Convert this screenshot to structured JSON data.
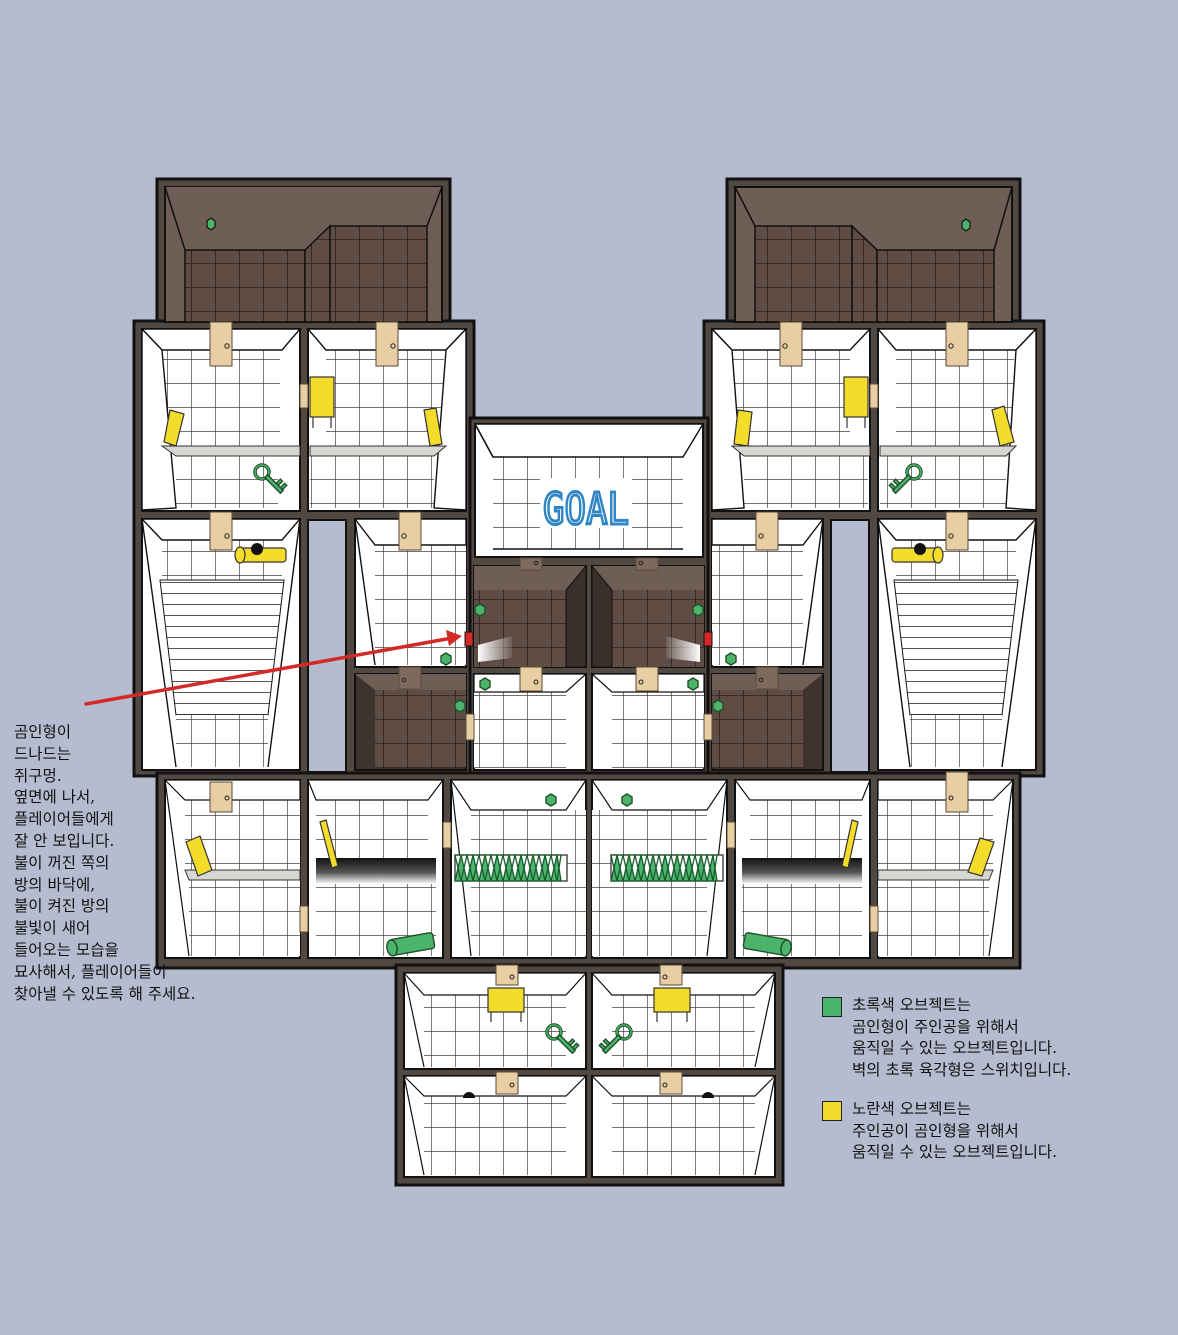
{
  "map": {
    "goal_label": "GOAL"
  },
  "left_note": {
    "lines": [
      "곰인형이",
      "드나드는",
      "쥐구멍.",
      "옆면에 나서,",
      "플레이어들에게",
      "잘 안 보입니다.",
      "불이 꺼진 쪽의",
      "방의 바닥에,",
      "불이 켜진 방의",
      "불빛이 새어",
      "들어오는 모습을",
      "묘사해서, 플레이어들이",
      "찾아낼 수 있도록 해 주세요."
    ]
  },
  "legend": {
    "green": {
      "color": "#4cb36a",
      "lines": [
        "초록색 오브젝트는",
        "곰인형이 주인공을 위해서",
        "움직일 수 있는 오브젝트입니다.",
        "벽의 초록 육각형은 스위치입니다."
      ]
    },
    "yellow": {
      "color": "#f4dc2a",
      "lines": [
        "노란색 오브젝트는",
        "주인공이 곰인형을 위해서",
        "움직일 수 있는 오브젝트입니다."
      ]
    }
  },
  "colors": {
    "background": "#b6bccf",
    "wall": "#524842",
    "floor_light": "#ffffff",
    "floor_dark": "#5c4c44",
    "door": "#e8cfa3",
    "goal_text": "#2f86c4",
    "arrow": "#d42a27"
  }
}
